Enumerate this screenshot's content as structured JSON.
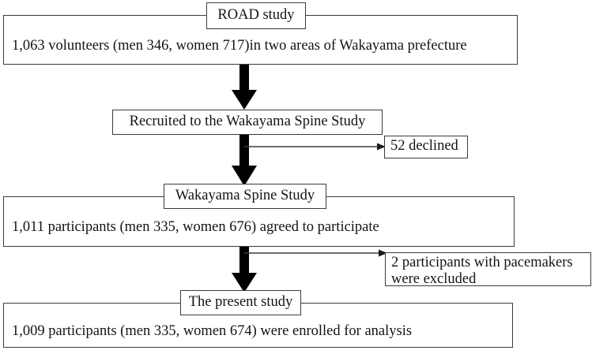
{
  "figure": {
    "type": "flowchart",
    "orientation": "vertical",
    "colors": {
      "stroke": "#3b3b3b",
      "arrow_fill": "#000000",
      "background": "#ffffff",
      "text": "#141414"
    }
  },
  "stages": [
    {
      "id": "road-study",
      "label": "ROAD study",
      "body": "1,063 volunteers (men 346, women 717)in two areas of Wakayama prefecture"
    },
    {
      "id": "recruited",
      "label": "Recruited to the Wakayama Spine Study",
      "body": ""
    },
    {
      "id": "wakayama-spine-study",
      "label": "Wakayama Spine Study",
      "body": "1,011 participants (men 335, women 676) agreed to participate"
    },
    {
      "id": "present-study",
      "label": "The present study",
      "body": "1,009 participants (men 335, women 674) were enrolled for analysis"
    }
  ],
  "exclusions": [
    {
      "id": "declined",
      "text": "52 declined"
    },
    {
      "id": "pacemakers",
      "text": "2 participants with pacemakers\nwere excluded"
    }
  ],
  "connectors": [
    {
      "id": "arrow-road-to-recruited",
      "kind": "block-arrow-down"
    },
    {
      "id": "arrow-recruited-to-spine",
      "kind": "block-arrow-down"
    },
    {
      "id": "arrow-spine-to-present",
      "kind": "block-arrow-down"
    },
    {
      "id": "branch-to-declined",
      "kind": "thin-arrow-right"
    },
    {
      "id": "branch-to-pacemakers",
      "kind": "thin-arrow-right"
    }
  ]
}
